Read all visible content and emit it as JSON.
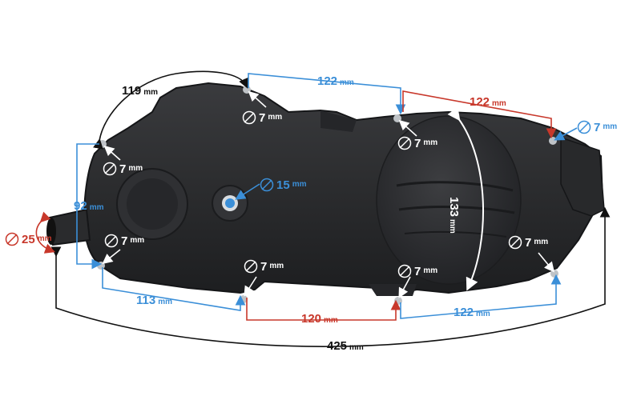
{
  "units": "mm",
  "colors": {
    "blue": "#3b8fd8",
    "red": "#c8382b",
    "black": "#111111",
    "white": "#ffffff",
    "cover": "#2c2d2f"
  },
  "dimensions": {
    "top_arc": "119",
    "top_left": "122",
    "top_right": "122",
    "left_height": "92",
    "bottom_left": "113",
    "bottom_mid": "120",
    "bottom_right": "122",
    "overall": "425",
    "right_height": "133"
  },
  "holes": {
    "small": "7",
    "center": "15",
    "outlet": "25"
  }
}
